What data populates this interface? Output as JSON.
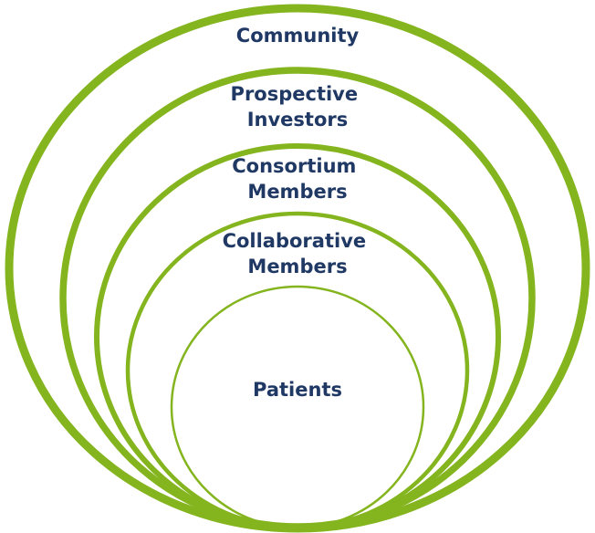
{
  "diagram": {
    "colors": {
      "ring": "#84B41E",
      "label": "#1F3864",
      "background": "#FFFFFF"
    },
    "layers": [
      {
        "label_lines": [
          "Community"
        ]
      },
      {
        "label_lines": [
          "Prospective",
          "Investors"
        ]
      },
      {
        "label_lines": [
          "Consortium",
          "Members"
        ]
      },
      {
        "label_lines": [
          "Collaborative",
          "Members"
        ]
      },
      {
        "label_lines": [
          "Patients"
        ]
      }
    ]
  }
}
